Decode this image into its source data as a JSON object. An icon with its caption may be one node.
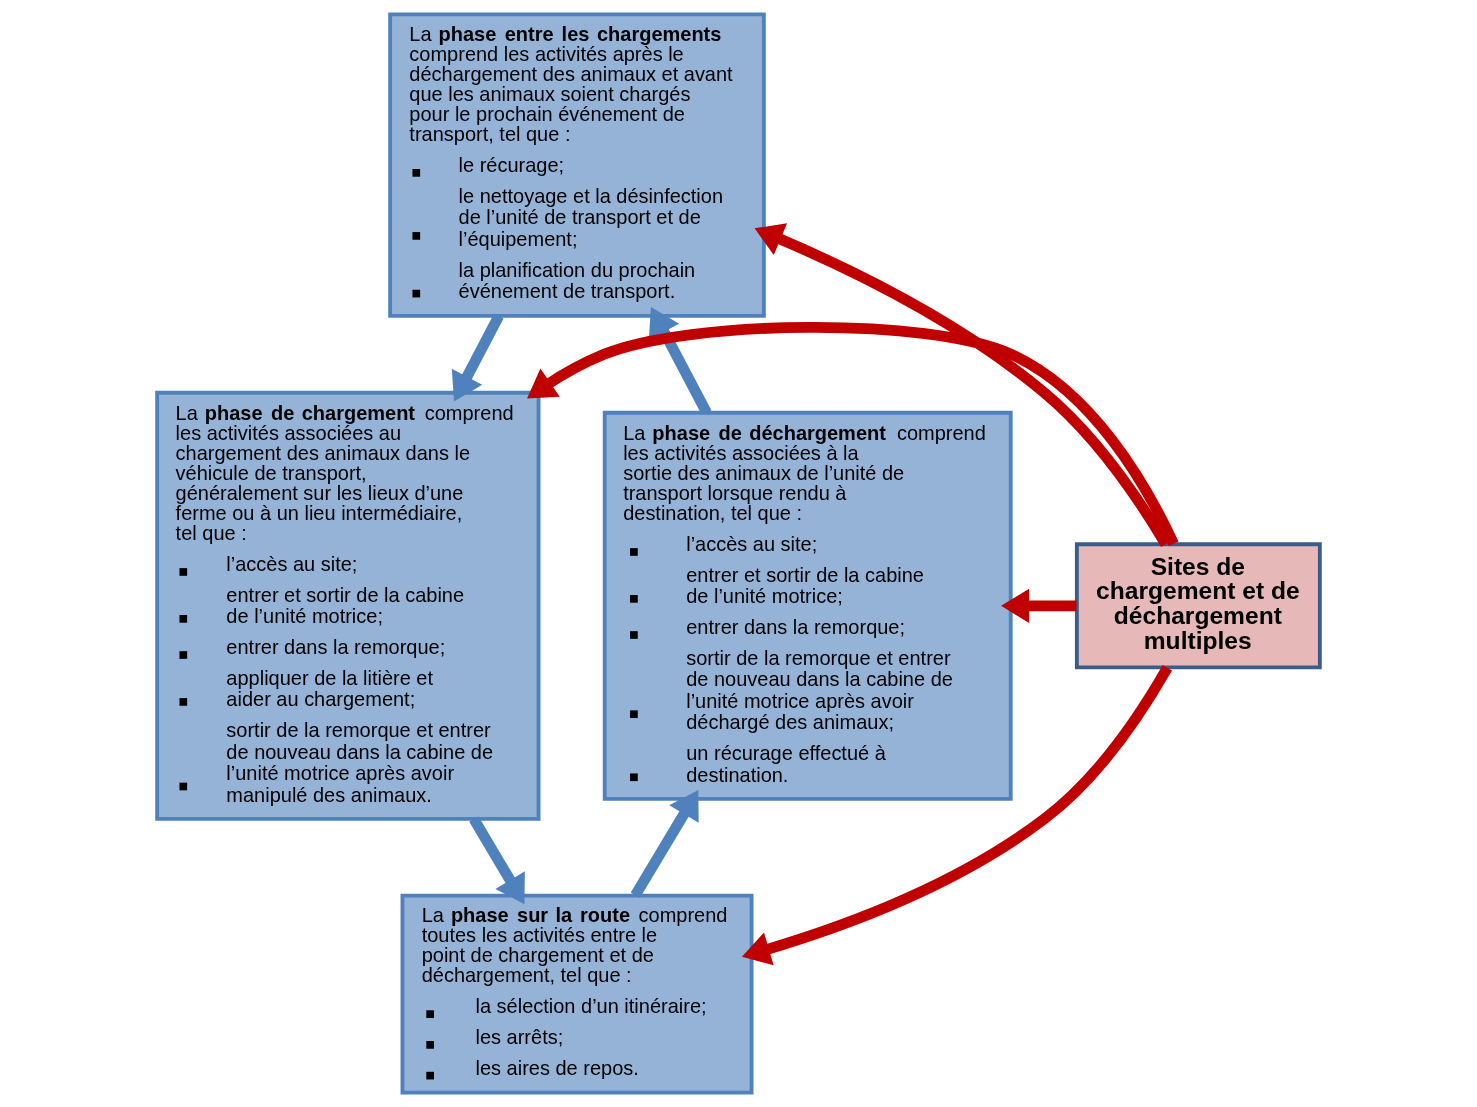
{
  "diagram": {
    "nodes": [
      {
        "text": [
          "La **phase entre les chargements** comprend les activités après le déchargement des animaux et avant que les animaux soient chargés pour le prochain événement de transport, tel que :",
          "le récurage;",
          "le nettoyage et la désinfection de l’unité de transport et de l’équipement;",
          "la planification du prochain événement de transport."
        ]
      },
      {
        "text": [
          "La **phase de déchargement** comprend les activités associées à la sortie des animaux de l’unité de transport lorsque rendu à destination, tel que :",
          "l’accès au site;",
          "entrer et sortir de la cabine de l’unité motrice;",
          "entrer dans la remorque;",
          "sortir de la remorque et entrer de nouveau dans la cabine de l’unité motrice après avoir déchargé des animaux;",
          "un récurage effectué à destination."
        ]
      },
      {
        "text": [
          "Sites de chargement et de déchargement multiples"
        ]
      },
      {
        "text": [
          "La **phase de chargement** comprend les activités associées au chargement des animaux dans le véhicule de transport, généralement sur les lieux d’une ferme ou à un lieu intermédiaire, tel que :",
          "l’accès au site;",
          "entrer et sortir de la cabine de l’unité motrice;",
          "entrer dans la remorque;",
          "appliquer de la litière et aider au chargement;",
          "sortir de la remorque et entrer de nouveau dans la cabine de l’unité motrice après avoir manipulé des animaux."
        ]
      },
      {
        "text": [
          "La **phase sur la route** comprend toutes les activités entre le point de chargement et de déchargement, tel que :",
          "la sélection d’un itinéraire;",
          "les arrêts;",
          "les aires de repos."
        ]
      }
    ],
    "edges": [
      {
        "from": 1,
        "to": 0,
        "arrow": "to",
        "color": "#4f81bd"
      },
      {
        "from": 0,
        "to": 3,
        "arrow": "to",
        "color": "#4f81bd"
      },
      {
        "from": 3,
        "to": 4,
        "arrow": "to",
        "color": "#4f81bd"
      },
      {
        "from": 4,
        "to": 1,
        "arrow": "to",
        "color": "#4f81bd"
      },
      {
        "from": 2,
        "to": 0,
        "arrow": "to",
        "color": "#c00000"
      },
      {
        "from": 2,
        "to": 1,
        "arrow": "to",
        "color": "#c00000"
      },
      {
        "from": 2,
        "to": 3,
        "arrow": "to",
        "color": "#c00000"
      },
      {
        "from": 2,
        "to": 4,
        "arrow": "to",
        "color": "#c00000"
      }
    ]
  }
}
